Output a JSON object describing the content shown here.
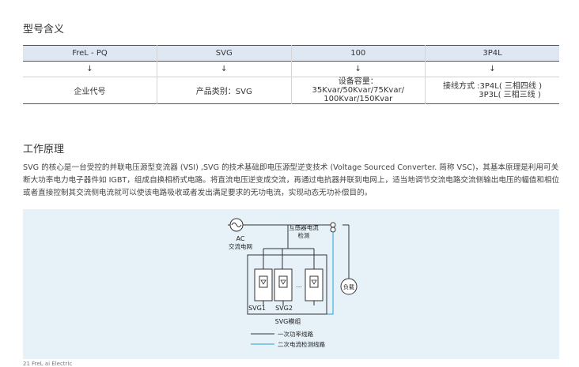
{
  "section1": {
    "title": "型号含义"
  },
  "model_table": {
    "headers": [
      "FreL - PQ",
      "SVG",
      "100",
      "3P4L"
    ],
    "arrow": "↓",
    "row": {
      "c1": "企业代号",
      "c2": "产品类别：SVG",
      "c3_line1": "设备容量：35Kvar/50Kvar/75Kvar/",
      "c3_line2": "100Kvar/150Kvar",
      "c4_line1": "接线方式 :3P4L( 三相四线 )",
      "c4_line2": "3P3L( 三相三线 )"
    }
  },
  "section2": {
    "title": "工作原理",
    "paragraph": "SVG 的核心是一台受控的并联电压源型变流器 (VSI) ,SVG 的技术基础即电压源型逆变技术 (Voltage Sourced Converter. 简称 VSC)，其基本原理是利用可关断大功率电力电子器件如 IGBT，组成自换相桥式电路。将直流电压逆变成交流，再通过电抗器并联到电网上，适当地调节交流电路交流侧输出电压的幅值和相位或者直接控制其交流侧电流就可以使该电路吸收或者发出满足要求的无功电流，实现动态无功补偿目的。"
  },
  "diagram": {
    "ac_label": "AC",
    "grid_label": "交流电网",
    "ct_label_line1": "互感器电流",
    "ct_label_line2": "检测",
    "load_label": "负载",
    "svg1_label": "SVG1",
    "svg2_label": "SVG2",
    "ellipsis": "...",
    "module_label": "SVG模组",
    "legend_power": "一次功率线路",
    "legend_detect": "二次电流检测线路",
    "colors": {
      "power_line": "#333333",
      "detect_line": "#2a9fd6",
      "panel_bg": "#e6f1f8"
    }
  },
  "footer": {
    "text": "21   FreL ai Electric"
  }
}
